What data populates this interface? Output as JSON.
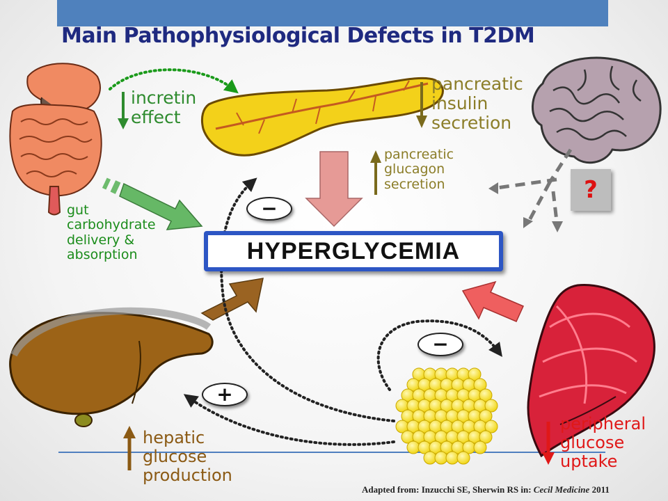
{
  "title": "Main Pathophysiological Defects in T2DM",
  "center_box": "HYPERGLYCEMIA",
  "labels": {
    "incretin": "incretin\neffect",
    "insulin": "pancreatic\ninsulin\nsecretion",
    "glucagon": "pancreatic\nglucagon\nsecretion",
    "gut": "gut\ncarbohydrate\ndelivery &\nabsorption",
    "hepatic": "hepatic\nglucose\nproduction",
    "peripheral": "peripheral\nglucose\nuptake"
  },
  "signs": {
    "minus": "−",
    "plus": "+"
  },
  "question_mark": "?",
  "citation": {
    "prefix": "Adapted from: Inzucchi SE, Sherwin RS in: ",
    "source": "Cecil Medicine",
    "year": " 2011"
  },
  "colors": {
    "title": "#1f2a80",
    "top_bar": "#4f81bd",
    "center_border": "#2d56c4",
    "incretin_text": "#2e8b2e",
    "pancreas_text": "#8b7d28",
    "gut_text": "#1b8c1b",
    "hepatic_text": "#8b5a14",
    "peripheral_text": "#e01818",
    "question_mark": "#dd1111"
  }
}
